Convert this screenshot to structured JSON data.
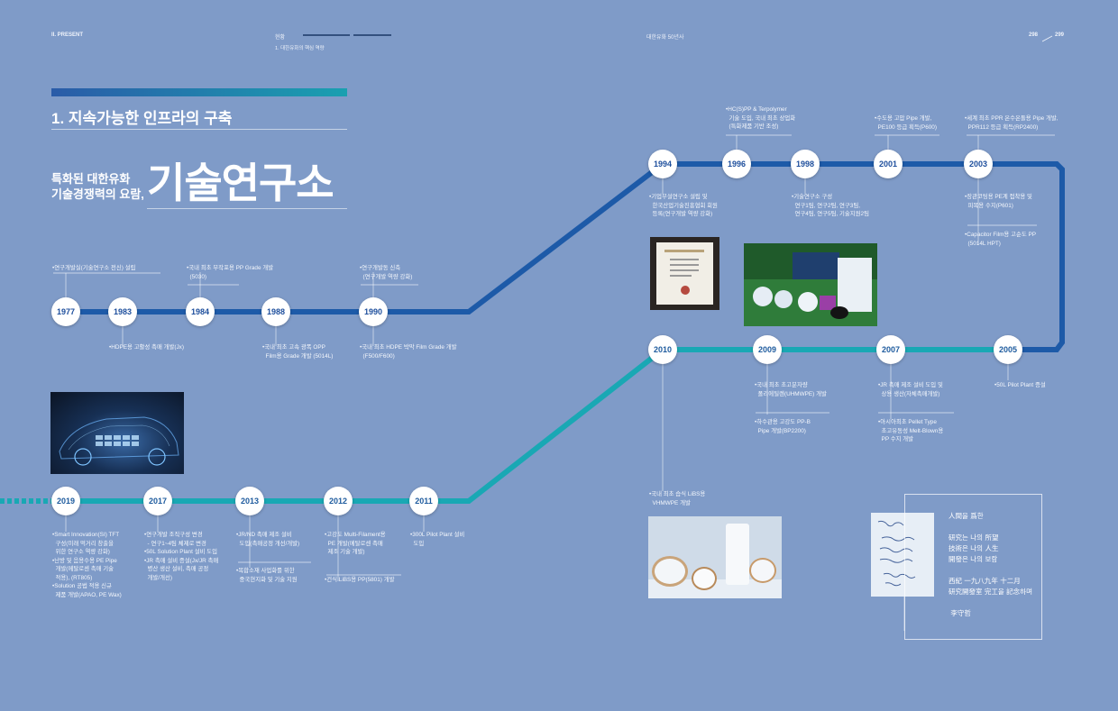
{
  "header": {
    "section": "II. PRESENT",
    "chapter": "현황",
    "chapter_sub": "1. 대한유화의 핵심 역량",
    "book": "대한유화 50년사",
    "pages": "298",
    "pages_right": "299"
  },
  "title": {
    "section_title": "1. 지속가능한 인프라의 구축",
    "sub_line1": "특화된 대한유화",
    "sub_line2": "기술경쟁력의 요람,",
    "big": "기술연구소"
  },
  "timeline": {
    "row1": [
      {
        "year": "1977",
        "note_above": "•연구개발실(기술연구소 전신) 설립",
        "note_below": ""
      },
      {
        "year": "1983",
        "note_above": "",
        "note_below": "•HDPE용 고활성 촉매 개발(Jx)"
      },
      {
        "year": "1984",
        "note_above": "•국내 최초 무작포용 PP Grade 개발\n  (5030)",
        "note_below": ""
      },
      {
        "year": "1988",
        "note_above": "",
        "note_below": "•국내 최초 고속 광폭 OPP\n  Film용 Grade 개발 (5014L)"
      },
      {
        "year": "1990",
        "note_above": "•연구개발동 신축\n  (연구개발 역량 강화)",
        "note_below": "•국내 최초 HDPE 박막 Film Grade 개발\n  (F500/F600)"
      }
    ],
    "row2": [
      {
        "year": "1994",
        "note": "•기업부설연구소 설립 및\n  한국산업기술진흥협회 회원\n  등록(연구개발 역량 강화)"
      },
      {
        "year": "1996",
        "note": "•HC(S)PP & Terpolymer\n  기술 도입, 국내 최초 상업화\n  (특화제품 기반 조성)"
      },
      {
        "year": "1998",
        "note": "•기술연구소 구성\n  연구1팀, 연구2팀, 연구3팀,\n  연구4팀, 연구5팀, 기술지원2팀"
      },
      {
        "year": "2001",
        "note": "•수도용 고압 Pipe 개발,\n  PE100 등급 획득(P600)"
      },
      {
        "year": "2003",
        "note_above": "•세계 최초 PPR 온수온돌용 Pipe 개발,\n  PPR112 등급 획득(RP2400)",
        "note_below": "•장관코팅용 PE계 접착용 및\n  피복용 수지(P601)",
        "note_below2": "•Capacitor Film용 고순도 PP\n  (5014L HPT)"
      }
    ],
    "row3": [
      {
        "year": "2010",
        "note": "•국내 최초 습식 LiBS용\n  VHMWPE 개발"
      },
      {
        "year": "2009",
        "note": "•국내 최초 초고분자량\n  폴리에틸렌(UHMWPE) 개발",
        "note2": "•하수관용 고강도 PP-B\n  Pipe 개발(BP2200)"
      },
      {
        "year": "2007",
        "note": "•JR 촉매 제조 설비 도입 및\n  상용 생산(자체촉매개발)",
        "note2": "•아시아최초 Pellet Type\n  초고유동성 Melt-Blown용\n  PP 수지 개발"
      },
      {
        "year": "2005",
        "note": "•50L Pilot Plant 증설"
      }
    ],
    "row4": [
      {
        "year": "2019",
        "note": "•Smart Innovation(SI) TFT\n  구성(미래 먹거리 창출을\n  위한 연구소 역량 강화)\n•난방 및 음용수용 PE Pipe\n  개발(메탈로센 촉매 기술\n  적용), (RT805)\n•Solution 공법 적용 신규\n  제품 개발(APAO, PE Wax)"
      },
      {
        "year": "2017",
        "note": "•연구개발 조직구성 변경\n  - 연구1~4팀 체제로 변경\n•50L Solution Plant 설비 도입\n•JR 촉매 설비 증설(Jx/JR 촉매\n  병산 생산 설비, 촉매 공정\n  개발/개선)"
      },
      {
        "year": "2013",
        "note": "•JR/ND 촉매 제조 설비\n  도입(촉매공정 개선/개발)",
        "note2": "•복합소재 사업화를 위한\n  중국현지화 및 기술 지원"
      },
      {
        "year": "2012",
        "note": "•고강도 Multi-Filament용\n  PE 개발(메탈로센 촉매\n  제조 기술 개발)",
        "note2": "•건식 LiBS용 PP(5801) 개발"
      },
      {
        "year": "2011",
        "note": "•300L Pilot Plant 설비\n  도입"
      }
    ]
  },
  "quote": {
    "text": "人間을 爲한\n\n研究는 나의 所望\n技術은 나의 人生\n開發은 나의 보람\n\n西紀 一九八九年 十二月\n研究開發室 完工을 記念하며\n\n 李守哲"
  },
  "images": {
    "car": "car-battery-image",
    "cert": "certificate-plaque-image",
    "prod": "product-samples-image",
    "rolls": "film-rolls-image",
    "callig": "calligraphy-image"
  },
  "colors": {
    "background": "#7f9bc8",
    "line_blue": "#1d5aa8",
    "line_teal": "#19a8b4",
    "title_bar_start": "#2a5ba8",
    "title_bar_end": "#1aa0b0"
  }
}
